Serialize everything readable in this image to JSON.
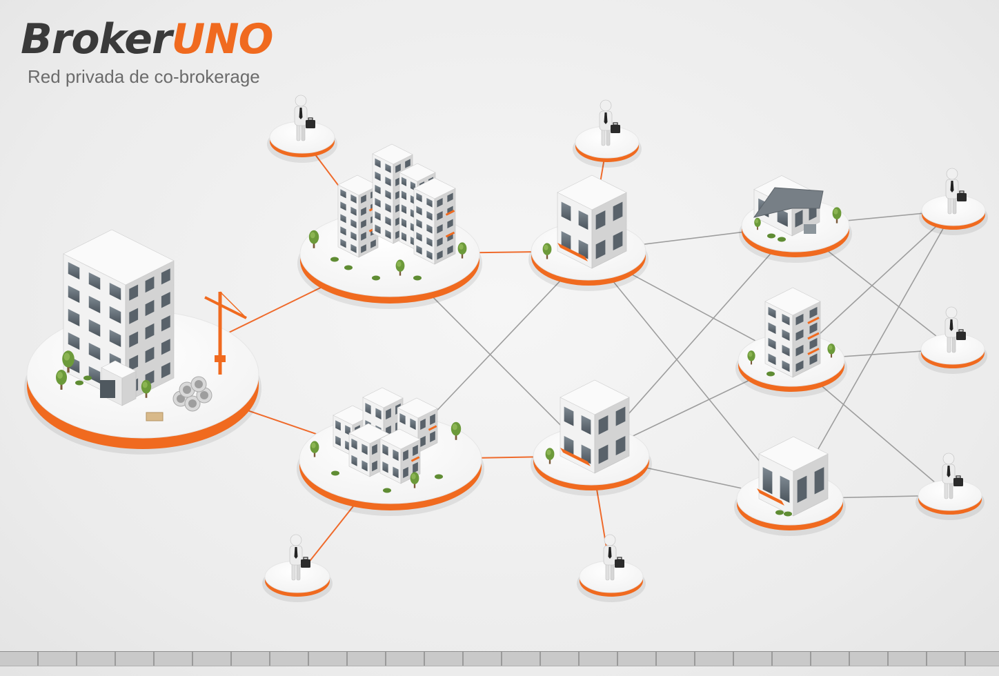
{
  "brand": {
    "part1": "Broker",
    "part2": "UNO",
    "tagline": "Red privada de co-brokerage"
  },
  "colors": {
    "accent": "#f06a1f",
    "disk_top": "#ffffff",
    "line_orange": "#ef6a2b",
    "line_gray": "#9d9d9d",
    "building_light": "#f2f2f2",
    "building_side": "#d3d3d3",
    "glass": "#5d6770",
    "person": "#ececec"
  },
  "nodes": [
    {
      "id": "developer-hq",
      "kind": "developer-hq-node"
    },
    {
      "id": "apartment-towers",
      "kind": "apartment-complex-node"
    },
    {
      "id": "townhouses",
      "kind": "townhouse-complex-node"
    },
    {
      "id": "office-top",
      "kind": "office-node"
    },
    {
      "id": "office-bottom",
      "kind": "office-node"
    },
    {
      "id": "house",
      "kind": "house-node"
    },
    {
      "id": "apartment-block",
      "kind": "apartment-block-node"
    },
    {
      "id": "shop",
      "kind": "shop-node"
    },
    {
      "id": "agent-1",
      "kind": "agent-node"
    },
    {
      "id": "agent-2",
      "kind": "agent-node"
    },
    {
      "id": "agent-3",
      "kind": "agent-node"
    },
    {
      "id": "agent-4",
      "kind": "agent-node"
    },
    {
      "id": "agent-5",
      "kind": "agent-node"
    },
    {
      "id": "agent-6",
      "kind": "agent-node"
    },
    {
      "id": "agent-7",
      "kind": "agent-node"
    }
  ],
  "edges": [
    {
      "from": "developer-hq",
      "to": "apartment-towers",
      "style": "orange"
    },
    {
      "from": "developer-hq",
      "to": "townhouses",
      "style": "orange"
    },
    {
      "from": "apartment-towers",
      "to": "agent-1",
      "style": "orange"
    },
    {
      "from": "townhouses",
      "to": "agent-2",
      "style": "orange"
    },
    {
      "from": "apartment-towers",
      "to": "office-top",
      "style": "orange"
    },
    {
      "from": "townhouses",
      "to": "office-bottom",
      "style": "orange"
    },
    {
      "from": "office-top",
      "to": "agent-3",
      "style": "orange"
    },
    {
      "from": "office-bottom",
      "to": "agent-4",
      "style": "orange"
    },
    {
      "from": "apartment-towers",
      "to": "office-bottom",
      "style": "gray"
    },
    {
      "from": "townhouses",
      "to": "office-top",
      "style": "gray"
    },
    {
      "from": "office-top",
      "to": "house",
      "style": "gray"
    },
    {
      "from": "office-top",
      "to": "apartment-block",
      "style": "gray"
    },
    {
      "from": "office-top",
      "to": "shop",
      "style": "gray"
    },
    {
      "from": "office-bottom",
      "to": "house",
      "style": "gray"
    },
    {
      "from": "office-bottom",
      "to": "apartment-block",
      "style": "gray"
    },
    {
      "from": "office-bottom",
      "to": "shop",
      "style": "gray"
    },
    {
      "from": "house",
      "to": "agent-5",
      "style": "gray"
    },
    {
      "from": "house",
      "to": "agent-6",
      "style": "gray"
    },
    {
      "from": "apartment-block",
      "to": "agent-5",
      "style": "gray"
    },
    {
      "from": "apartment-block",
      "to": "agent-6",
      "style": "gray"
    },
    {
      "from": "apartment-block",
      "to": "agent-7",
      "style": "gray"
    },
    {
      "from": "shop",
      "to": "agent-5",
      "style": "gray"
    },
    {
      "from": "shop",
      "to": "agent-7",
      "style": "gray"
    }
  ]
}
